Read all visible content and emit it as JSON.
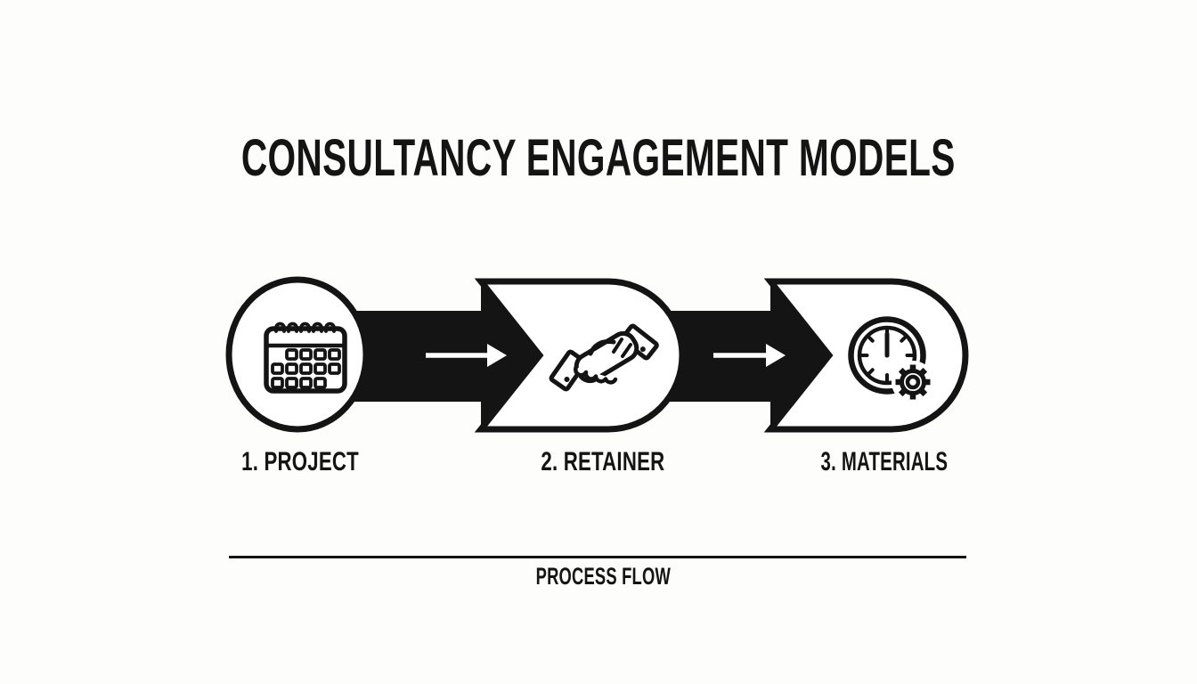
{
  "title": "CONSULTANCY ENGAGEMENT MODELS",
  "colors": {
    "ink": "#141414",
    "paper": "#fdfdfc",
    "shape_fill": "#ffffff"
  },
  "diagram": {
    "type": "process-flow",
    "steps": [
      {
        "label": "1. PROJECT",
        "icon": "calendar-icon"
      },
      {
        "label": "2. RETAINER",
        "icon": "handshake-icon"
      },
      {
        "label": "3. MATERIALS",
        "icon": "clock-gear-icon"
      }
    ],
    "connectors": [
      {
        "from": "1. PROJECT",
        "to": "2. RETAINER",
        "icon": "arrow-right-icon"
      },
      {
        "from": "2. RETAINER",
        "to": "3. MATERIALS",
        "icon": "arrow-right-icon"
      }
    ]
  },
  "footer": {
    "caption": "PROCESS FLOW"
  }
}
